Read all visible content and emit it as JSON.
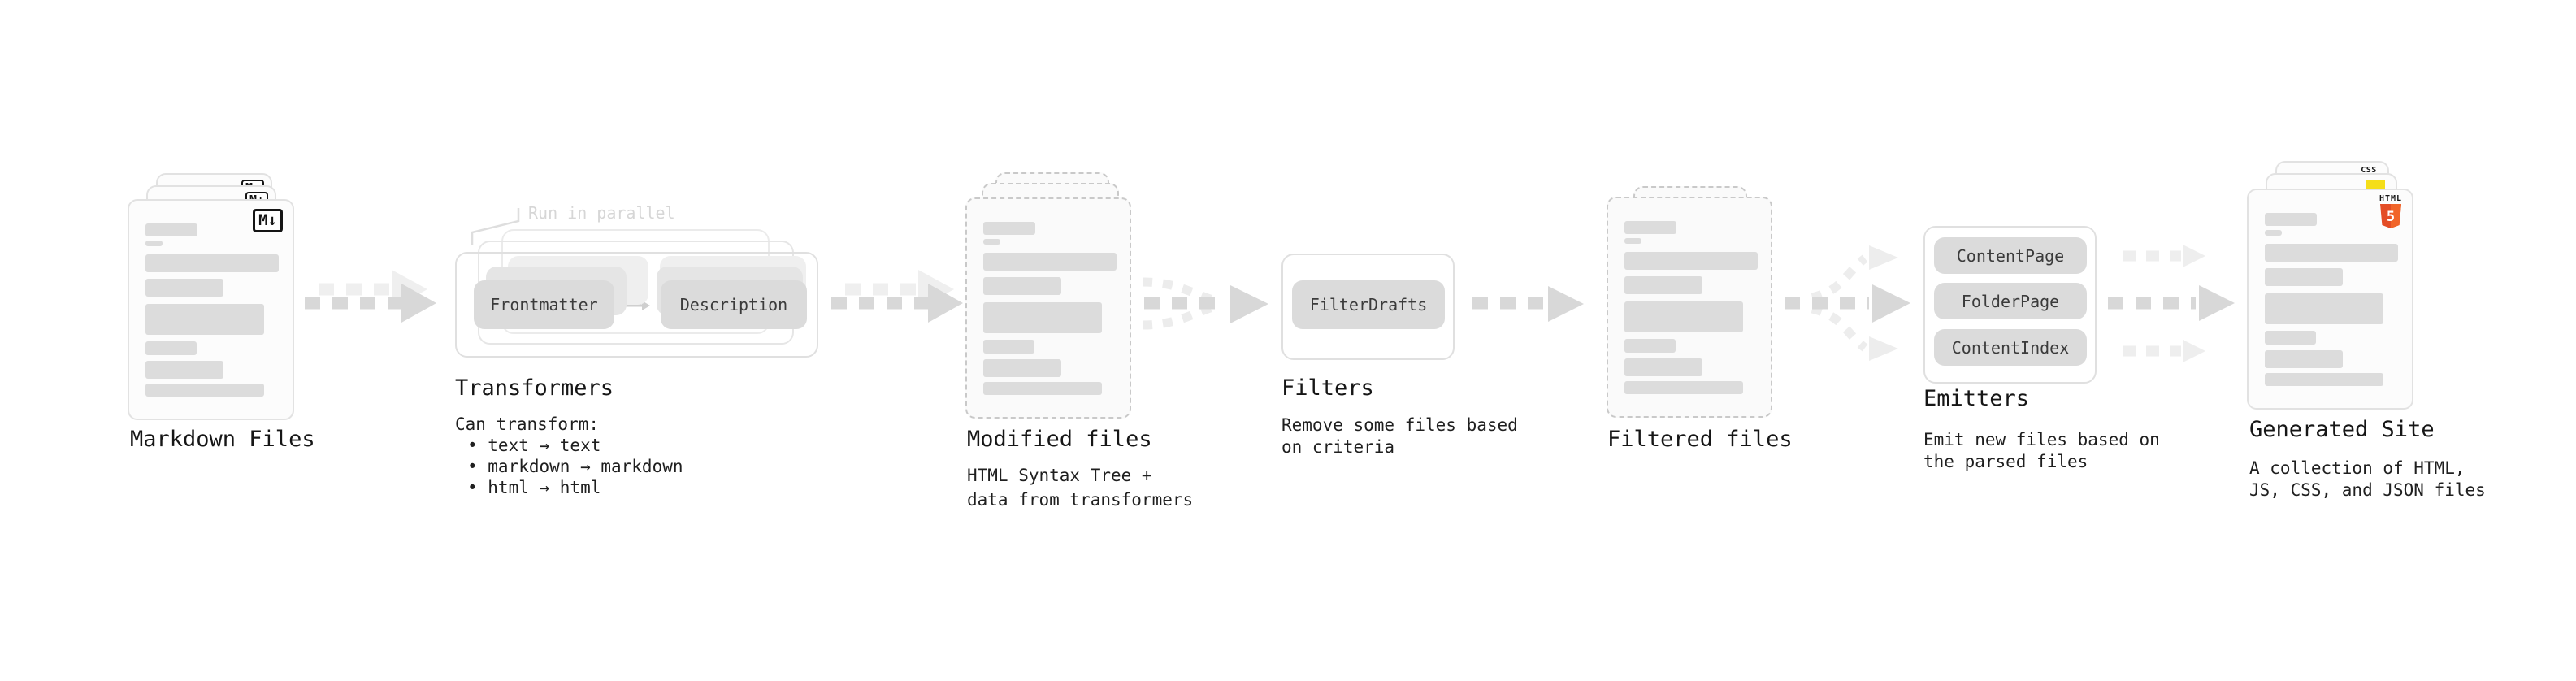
{
  "nodes": {
    "markdown_files": {
      "label": "Markdown Files",
      "badge_icon": "M↓"
    },
    "transformers": {
      "label": "Transformers",
      "annotation": "Run in parallel",
      "pill_frontmatter": "Frontmatter",
      "pill_description": "Description",
      "sub_title": "Can transform:",
      "bullets": [
        "• text → text",
        "• markdown → markdown",
        "• html → html"
      ]
    },
    "modified_files": {
      "label": "Modified files",
      "desc": [
        "HTML Syntax Tree +",
        "data from transformers"
      ]
    },
    "filters": {
      "label": "Filters",
      "pill": "FilterDrafts",
      "desc": [
        "Remove some files based",
        "on criteria"
      ]
    },
    "filtered_files": {
      "label": "Filtered files"
    },
    "emitters": {
      "label": "Emitters",
      "pills": [
        "ContentPage",
        "FolderPage",
        "ContentIndex"
      ],
      "desc": [
        "Emit new files based on",
        "the parsed files"
      ]
    },
    "generated_site": {
      "label": "Generated Site",
      "css_badge": "CSS",
      "html_badge_text": "HTML",
      "html_badge_number": "5",
      "desc": [
        "A collection of HTML,",
        "JS, CSS, and JSON files"
      ]
    }
  },
  "colors": {
    "html5_orange": "#E44D26",
    "html5_orange_light": "#F16529",
    "js_yellow": "#F5DE19",
    "css_blue": "#2965F1",
    "arrow_gray": "#d8d8d8",
    "arrow_light": "#efefef"
  }
}
